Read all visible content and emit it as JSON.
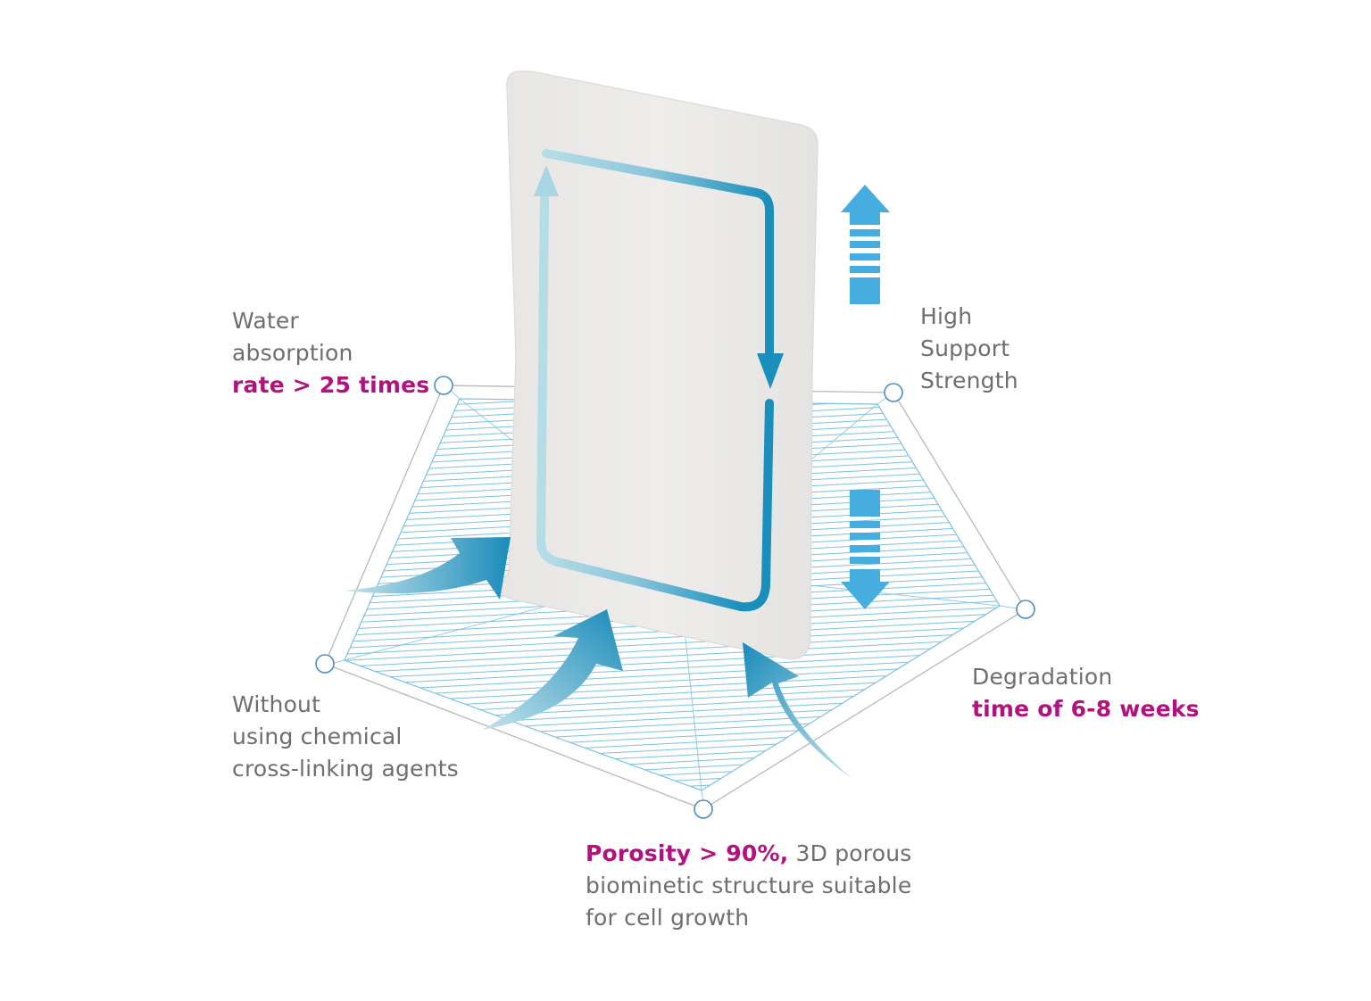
{
  "colors": {
    "text_gray": "#6e6e6e",
    "highlight_magenta": "#b0127e",
    "arrow_blue": "#45ade0",
    "loop_dark_blue": "#1a8fbb",
    "loop_light_blue": "#b5dde8",
    "hatch_blue": "#7ec0e0",
    "outline_gray": "#b8b8b8",
    "node_blue": "#4a8ec4",
    "pad_fill": "#ecebe9"
  },
  "features": [
    {
      "id": "water-absorption",
      "lines": [
        "Water",
        "absorption"
      ],
      "highlight": "rate > 25 times",
      "node": [
        497,
        432
      ]
    },
    {
      "id": "support-strength",
      "lines": [
        "High",
        "Support",
        "Strength"
      ],
      "node": [
        1001,
        440
      ]
    },
    {
      "id": "degradation",
      "lines": [
        "Degradation"
      ],
      "highlight": "time of 6-8 weeks",
      "node": [
        1149,
        683
      ]
    },
    {
      "id": "porosity",
      "highlight_prefix": "Porosity > 90%,",
      "first_line_rest": " 3D porous",
      "lines": [
        "biominetic structure suitable",
        "for cell growth"
      ],
      "node": [
        788,
        907
      ]
    },
    {
      "id": "no-crosslinking",
      "lines": [
        "Without",
        "using chemical",
        "cross-linking agents"
      ],
      "node": [
        364,
        744
      ]
    }
  ],
  "icons": {
    "up_arrow": "striped-up-arrow-icon",
    "down_arrow": "striped-down-arrow-icon",
    "loop_arrow": "circulation-loop-arrow-icon",
    "curved_arrows": "inflow-curved-arrow-icon"
  }
}
